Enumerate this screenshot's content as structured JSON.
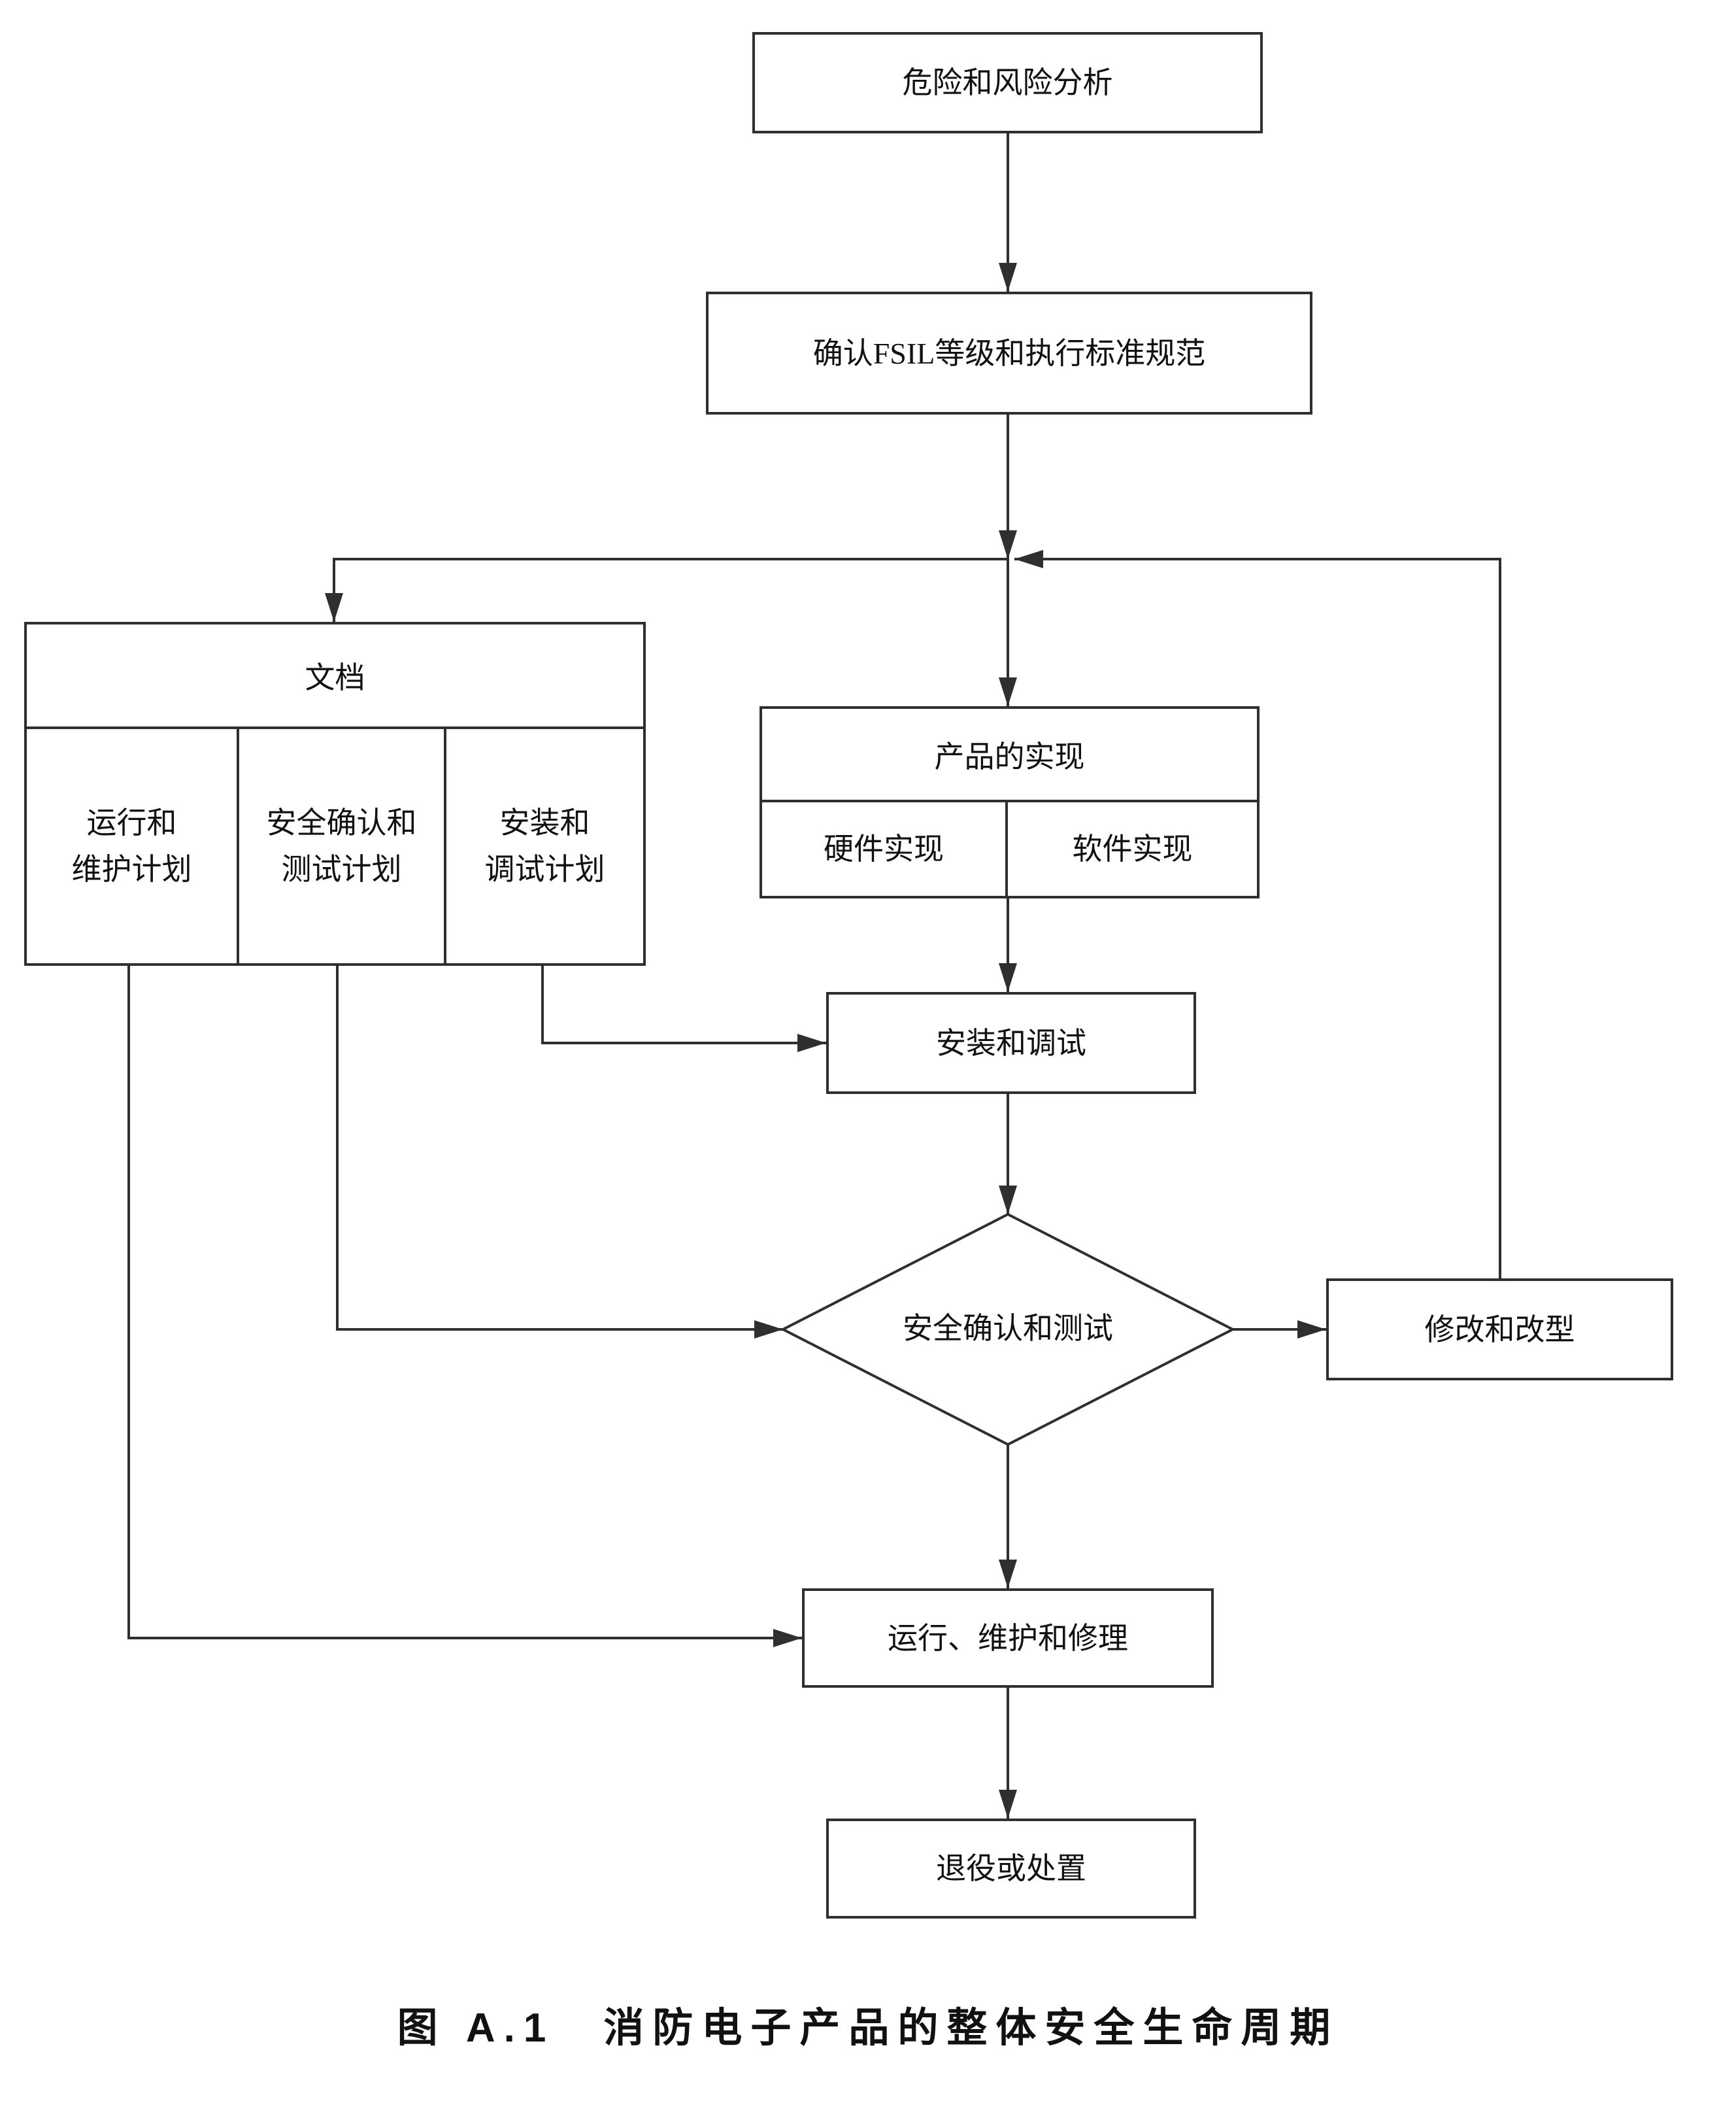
{
  "colors": {
    "line": "#2f2f2f",
    "background": "#ffffff",
    "text": "#111111"
  },
  "nodes": {
    "hazard_risk_analysis": "危险和风险分析",
    "confirm_fsil": "确认FSIL等级和执行标准规范",
    "documentation": "文档",
    "operation_maintenance_plan_line1": "运行和",
    "operation_maintenance_plan_line2": "维护计划",
    "safety_confirmation_test_plan_line1": "安全确认和",
    "safety_confirmation_test_plan_line2": "测试计划",
    "installation_commissioning_plan_line1": "安装和",
    "installation_commissioning_plan_line2": "调试计划",
    "product_realization": "产品的实现",
    "hardware_realization": "硬件实现",
    "software_realization": "软件实现",
    "installation_commissioning": "安装和调试",
    "safety_confirmation_test": "安全确认和测试",
    "modification_retrofit": "修改和改型",
    "operation_maintenance_repair": "运行、维护和修理",
    "decommission_disposal": "退役或处置"
  },
  "caption": "图 A.1　消防电子产品的整体安全生命周期"
}
